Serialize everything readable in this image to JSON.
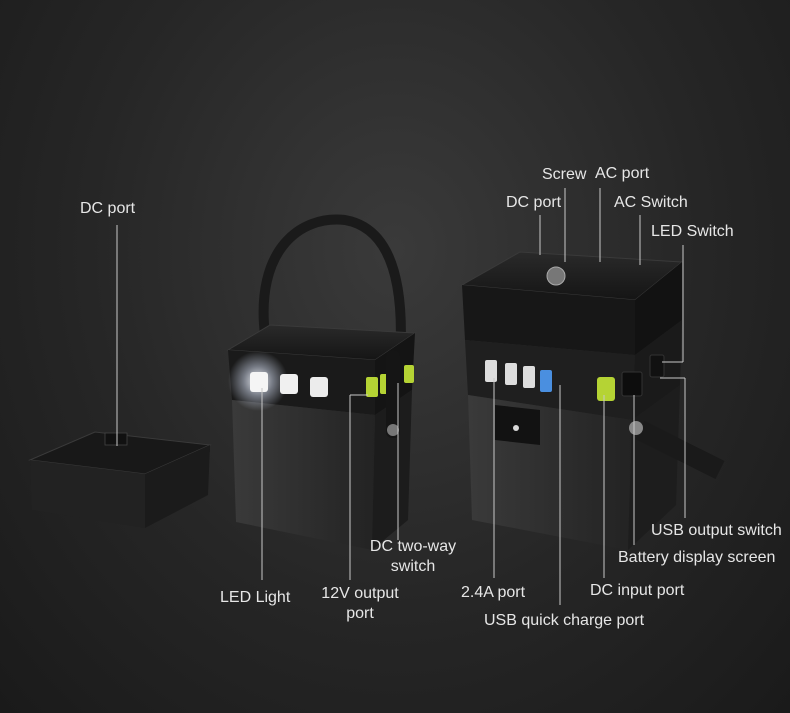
{
  "callouts": {
    "dc_port_left": "DC port",
    "screw": "Screw",
    "ac_port": "AC port",
    "dc_port_right": "DC port",
    "ac_switch": "AC Switch",
    "led_switch": "LED Switch",
    "usb_output_switch": "USB output switch",
    "battery_display_screen": "Battery display screen",
    "dc_two_way_switch": [
      "DC two-way",
      "switch"
    ],
    "led_light": "LED Light",
    "v12_output_port": [
      "12V output",
      "port"
    ],
    "a24_port": "2.4A port",
    "dc_input_port": "DC input port",
    "usb_quick_charge_port": "USB quick charge port"
  },
  "colors": {
    "background": "#262626",
    "accent_lime": "#b5d334",
    "label_text": "#e6e6e6",
    "device_body": "#2d2d2d"
  }
}
